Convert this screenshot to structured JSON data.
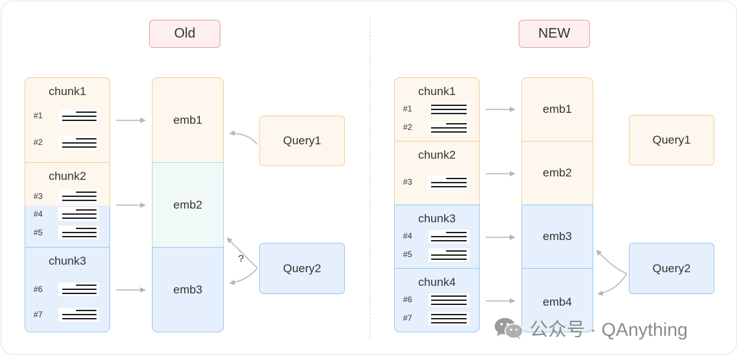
{
  "old": {
    "badge": "Old",
    "chunks": [
      {
        "title": "chunk1",
        "items": [
          "#1",
          "#2"
        ]
      },
      {
        "title": "chunk2",
        "items": [
          "#3",
          "#4",
          "#5"
        ]
      },
      {
        "title": "chunk3",
        "items": [
          "#6",
          "#7"
        ]
      }
    ],
    "embeddings": [
      "emb1",
      "emb2",
      "emb3"
    ],
    "queries": [
      "Query1",
      "Query2"
    ],
    "question_mark": "?"
  },
  "new": {
    "badge": "NEW",
    "chunks": [
      {
        "title": "chunk1",
        "items": [
          "#1",
          "#2"
        ]
      },
      {
        "title": "chunk2",
        "items": [
          "#3"
        ]
      },
      {
        "title": "chunk3",
        "items": [
          "#4",
          "#5"
        ]
      },
      {
        "title": "chunk4",
        "items": [
          "#6",
          "#7"
        ]
      }
    ],
    "embeddings": [
      "emb1",
      "emb2",
      "emb3",
      "emb4"
    ],
    "queries": [
      "Query1",
      "Query2"
    ]
  },
  "watermark": {
    "label": "公众号 · QAnything",
    "icon": "wechat-icon"
  },
  "colors": {
    "orange_fill": "#fdf7ee",
    "orange_border": "#f3ce98",
    "blue_fill": "#e5f0fc",
    "blue_border": "#9cc7f0",
    "teal_fill": "#f1f9f8",
    "badge_border": "#ef9aa2",
    "arrow": "#b5b5b5"
  }
}
